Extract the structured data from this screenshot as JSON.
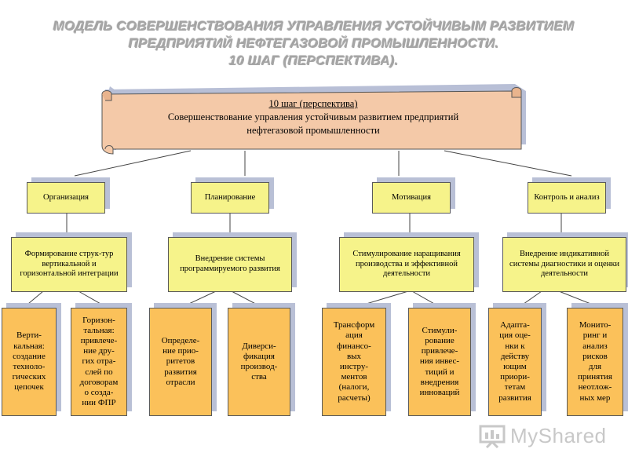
{
  "title": {
    "line1": "МОДЕЛЬ СОВЕРШЕНСТВОВАНИЯ УПРАВЛЕНИЯ УСТОЙЧИВЫМ РАЗВИТИЕМ",
    "line2": "ПРЕДПРИЯТИЙ НЕФТЕГАЗОВОЙ ПРОМЫШЛЕННОСТИ.",
    "line3": "10 ШАГ (ПЕРСПЕКТИВА)."
  },
  "scroll": {
    "heading": "10 шаг (перспектива)",
    "line1": "Совершенствование управления устойчивым развитием предприятий",
    "line2": "нефтегазовой промышленности"
  },
  "level1": [
    "Организация",
    "Планирование",
    "Мотивация",
    "Контроль и анализ"
  ],
  "level2": [
    "Формирование струк-тур вертикальной и горизонтальной интеграции",
    "Внедрение системы программируемого развития",
    "Стимулирование наращивания производства и эффективной деятельности",
    "Внедрение индикативной системы диагностики и оценки деятельности"
  ],
  "level3": [
    "Верти-\nкальная:\nсоздание\nтехноло-\nгических\nцепочек",
    "Горизон-\nтальная:\nпривлече-\nние дру-\nгих отра-\nслей по\nдоговорам\nо созда-\nнии ФПР",
    "Определе-\nние прио-\nритетов\nразвития\nотрасли",
    "Диверси-\nфикация\nпроизвод-\nства",
    "Трансформ\nация\nфинансо-\nвых\nинстру-\nментов\n(налоги,\nрасчеты)",
    "Стимули-\nрование\nпривлече-\nния инвес-\nтиций и\nвнедрения\nинноваций",
    "Адапта-\nция оце-\nнки к\nдейству\nющим\nприори-\nтетам\nразвития",
    "Монито-\nринг и\nанализ\nрисков\nдля\nпринятия\nнеотлож-\nных мер"
  ],
  "logo": {
    "text": "MyShared",
    "icon": "presentation-board-icon"
  },
  "colors": {
    "yellow": "#f6f38a",
    "orange": "#fbc15a",
    "scroll": "#f4c9a8",
    "title": "#a6a6a6"
  }
}
